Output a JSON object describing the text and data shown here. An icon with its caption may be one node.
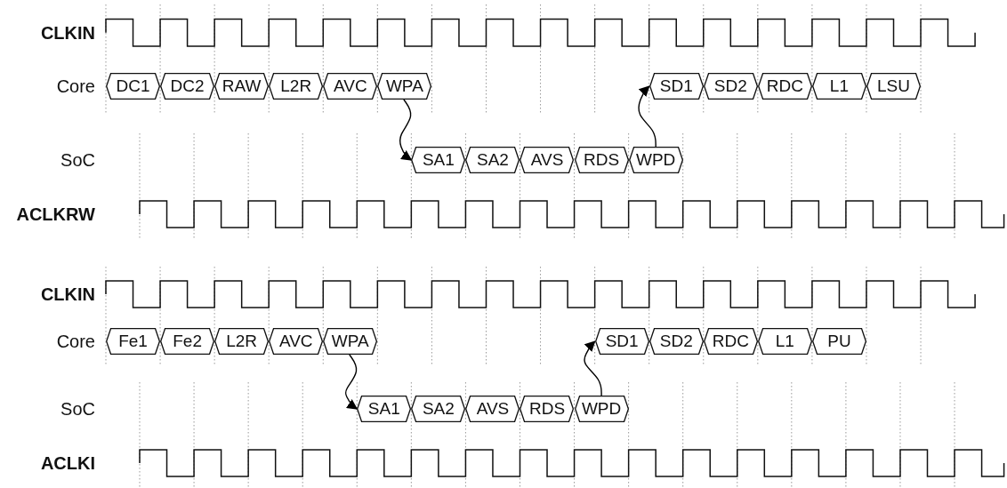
{
  "diagram": {
    "nodes": [
      {
        "text": [
          "DC1"
        ]
      },
      {
        "text": [
          "DC2"
        ]
      },
      {
        "text": [
          "RAW"
        ]
      },
      {
        "text": [
          "L2R"
        ]
      },
      {
        "text": [
          "AVC"
        ]
      },
      {
        "text": [
          "WPA"
        ]
      },
      {
        "text": [
          "SD1"
        ]
      },
      {
        "text": [
          "SD2"
        ]
      },
      {
        "text": [
          "RDC"
        ]
      },
      {
        "text": [
          "L1"
        ]
      },
      {
        "text": [
          "LSU"
        ]
      },
      {
        "text": [
          "SA1"
        ]
      },
      {
        "text": [
          "SA2"
        ]
      },
      {
        "text": [
          "AVS"
        ]
      },
      {
        "text": [
          "RDS"
        ]
      },
      {
        "text": [
          "WPD"
        ]
      },
      {
        "text": [
          "Fe1"
        ]
      },
      {
        "text": [
          "Fe2"
        ]
      },
      {
        "text": [
          "L2R"
        ]
      },
      {
        "text": [
          "AVC"
        ]
      },
      {
        "text": [
          "WPA"
        ]
      },
      {
        "text": [
          "SD1"
        ]
      },
      {
        "text": [
          "SD2"
        ]
      },
      {
        "text": [
          "RDC"
        ]
      },
      {
        "text": [
          "L1"
        ]
      },
      {
        "text": [
          "PU"
        ]
      },
      {
        "text": [
          "SA1"
        ]
      },
      {
        "text": [
          "SA2"
        ]
      },
      {
        "text": [
          "AVS"
        ]
      },
      {
        "text": [
          "RDS"
        ]
      },
      {
        "text": [
          "WPD"
        ]
      }
    ],
    "edges": [
      {
        "from": 5,
        "to": 11,
        "arrow": "to"
      },
      {
        "from": 15,
        "to": 6,
        "arrow": "to"
      },
      {
        "from": 20,
        "to": 26,
        "arrow": "to"
      },
      {
        "from": 30,
        "to": 21,
        "arrow": "to"
      }
    ],
    "labels": [
      "CLKIN",
      "Core",
      "SoC",
      "ACLKRW",
      "CLKIN",
      "Core",
      "SoC",
      "ACLKI"
    ]
  }
}
